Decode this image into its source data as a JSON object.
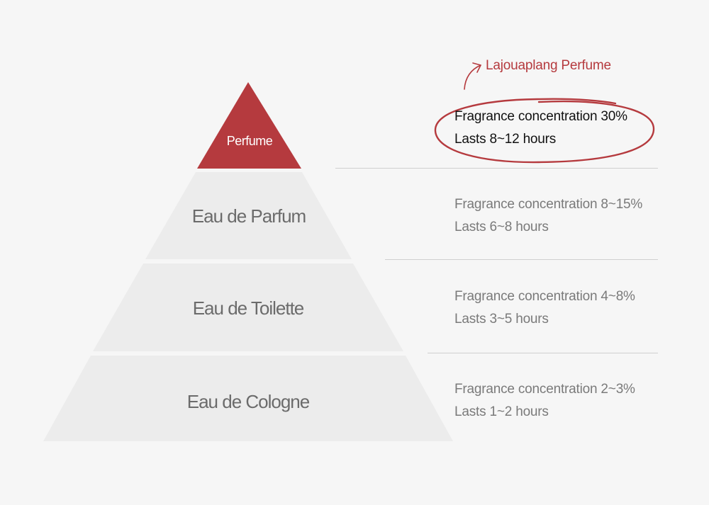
{
  "annotation": {
    "brand_label": "Lajouaplang Perfume"
  },
  "tiers": [
    {
      "name": "Perfume",
      "concentration": "Fragrance concentration 30%",
      "duration": "Lasts 8~12 hours",
      "color": "#b53a3e"
    },
    {
      "name": "Eau de Parfum",
      "concentration": "Fragrance concentration 8~15%",
      "duration": "Lasts 6~8 hours",
      "color": "#ececec"
    },
    {
      "name": "Eau de Toilette",
      "concentration": "Fragrance concentration 4~8%",
      "duration": "Lasts 3~5 hours",
      "color": "#ececec"
    },
    {
      "name": "Eau de Cologne",
      "concentration": "Fragrance concentration 2~3%",
      "duration": "Lasts 1~2 hours",
      "color": "#ececec"
    }
  ],
  "colors": {
    "accent": "#b53a3e",
    "tier_fill": "#ececec",
    "divider": "#cfcfcf",
    "background": "#f6f6f6"
  }
}
